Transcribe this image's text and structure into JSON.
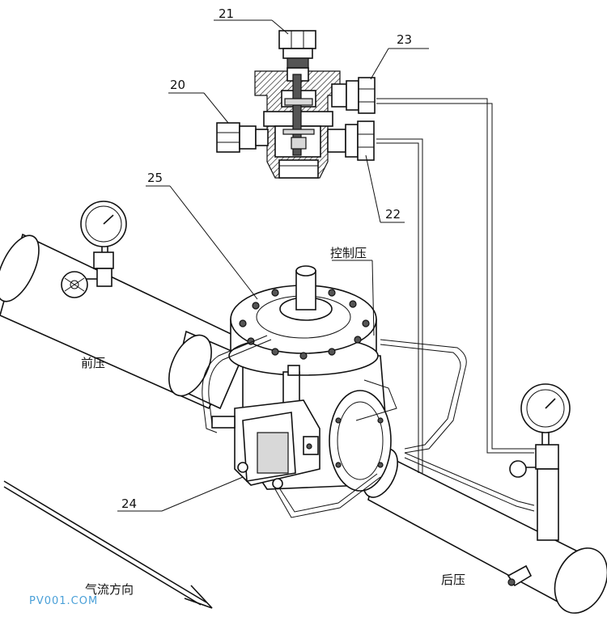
{
  "callouts": {
    "part_20": "20",
    "part_21": "21",
    "part_22": "22",
    "part_23": "23",
    "part_24": "24",
    "part_25": "25"
  },
  "labels": {
    "inlet_pressure": "前压",
    "control_pressure": "控制压",
    "outlet_pressure": "后压",
    "flow_direction": "气流方向"
  },
  "watermark": "PV001.COM",
  "colors": {
    "line": "#111111",
    "watermark": "#4aa0d8",
    "background": "#ffffff"
  }
}
